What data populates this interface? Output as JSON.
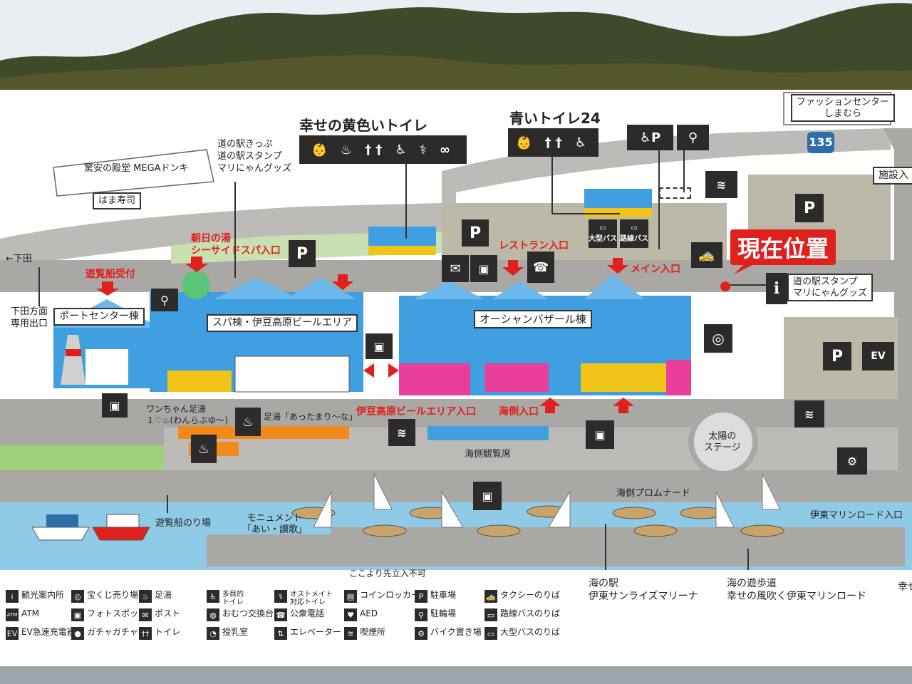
{
  "colors": {
    "road": "#a9a8a5",
    "sea": "#8fcbe6",
    "grass": "#9fd07a",
    "building": "#3f9fe0",
    "red": "#e0201c",
    "dark": "#2d2b29"
  },
  "top": {
    "fashion_center": "ファッションセンター\nしまむら",
    "route": "135",
    "shisetsu_iri": "施設入",
    "megadonki": "驚安の殿堂 MEGAドンキ",
    "hamazushi": "はま寿司",
    "kippu": "道の駅きっぷ\n道の駅スタンプ\nマリにゃんグッズ",
    "yellow_toilet_title": "幸せの黄色いトイレ",
    "blue_toilet_title": "青いトイレ24",
    "shimoda": "←下田",
    "shimoda_exit": "下田方面\n専用出口",
    "large_bus": "大型バス",
    "route_bus": "路線バス",
    "parking": "P"
  },
  "red_labels": {
    "asahi": "朝日の湯\nシーサイドスパ入口",
    "ferry_reception": "遊覧船受付",
    "restaurant": "レストラン入口",
    "main": "メイン入口",
    "current": "現在位置",
    "izu_beer": "伊豆高原ビールエリア入口",
    "sea_side": "海側入口"
  },
  "buildings": {
    "port": "ポートセンター棟",
    "spa": "スパ棟・伊豆高原ビールエリア",
    "bazaar": "オーシャンバザール棟"
  },
  "mid": {
    "stamp": "道の駅スタンプ\nマリにゃんグッズ",
    "dog_foot": "ワンちゃん足湯\n１♡♨(わんらぶゆ～)",
    "foot_bath": "足湯「あったまり～な」",
    "ocean_seat": "海側観覧席",
    "sun_stage": "太陽の\nステージ",
    "promenade": "海側プロムナード",
    "ferry_pier": "遊覧船のり場",
    "monument": "モニュメント\n「あい・讃歌」",
    "marine_road_entrance": "伊東マリンロード入口",
    "no_entry": "ここより先立入不可",
    "station": "海の駅\n伊東サンライズマリーナ",
    "promenade2": "海の遊歩道\n幸せの風吹く伊東マリンロード",
    "edge": "幸せ"
  },
  "legend": [
    {
      "icon": "i",
      "label": "観光案内所"
    },
    {
      "icon": "ATM",
      "label": "ATM"
    },
    {
      "icon": "EV",
      "label": "EV急速充電器"
    },
    {
      "icon": "◎",
      "label": "宝くじ売り場"
    },
    {
      "icon": "▣",
      "label": "フォトスポット"
    },
    {
      "icon": "●",
      "label": "ガチャガチャ"
    },
    {
      "icon": "♨",
      "label": "足湯"
    },
    {
      "icon": "✉",
      "label": "ポスト"
    },
    {
      "icon": "††",
      "label": "トイレ"
    },
    {
      "icon": "♿",
      "label": "多目的\nトイレ"
    },
    {
      "icon": "◍",
      "label": "おむつ交換台"
    },
    {
      "icon": "◔",
      "label": "授乳室"
    },
    {
      "icon": "⚕",
      "label": "オストメイト\n対応トイレ"
    },
    {
      "icon": "☎",
      "label": "公衆電話"
    },
    {
      "icon": "⇅",
      "label": "エレベーター"
    },
    {
      "icon": "▤",
      "label": "コインロッカー"
    },
    {
      "icon": "♥",
      "label": "AED"
    },
    {
      "icon": "≋",
      "label": "喫煙所"
    },
    {
      "icon": "P",
      "label": "駐車場"
    },
    {
      "icon": "⚲",
      "label": "駐輪場"
    },
    {
      "icon": "⚙",
      "label": "バイク置き場"
    },
    {
      "icon": "🚕",
      "label": "タクシーのりば"
    },
    {
      "icon": "▭",
      "label": "路線バスのりば"
    },
    {
      "icon": "▭",
      "label": "大型バスのりば"
    }
  ]
}
